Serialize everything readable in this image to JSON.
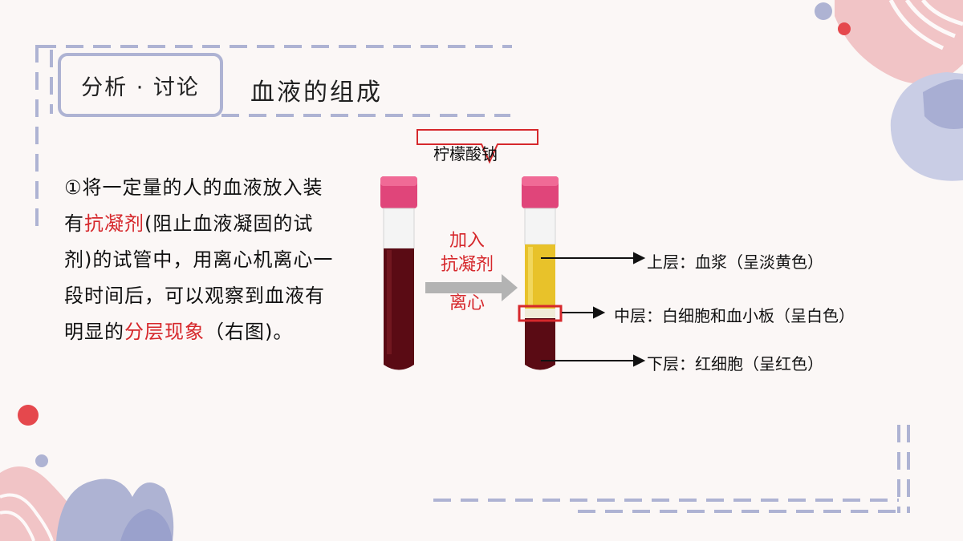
{
  "header": {
    "tag": "分析 · 讨论",
    "title": "血液的组成"
  },
  "paragraph": {
    "prefix": "①将一定量的人的血液放入装有",
    "term1": "抗凝剂",
    "middle": "(阻止血液凝固的试剂)的试管中，用离心机离心一段时间后，可以观察到血液有明显的",
    "term2": "分层现象",
    "suffix": "（右图)。"
  },
  "figure": {
    "top_label": "柠檬酸钠",
    "arrow_lines": [
      "加入",
      "抗凝剂",
      "离心"
    ],
    "layers": [
      "上层：血浆（呈淡黄色）",
      "中层：白细胞和血小板（呈白色）",
      "下层：红细胞（呈红色）"
    ]
  },
  "colors": {
    "accent_red": "#d6282c",
    "frame_lavender": "#aeb3d3",
    "cap_pink": "#e0457a",
    "blood_dark": "#5a0b14",
    "plasma_yellow": "#e8c22a"
  }
}
